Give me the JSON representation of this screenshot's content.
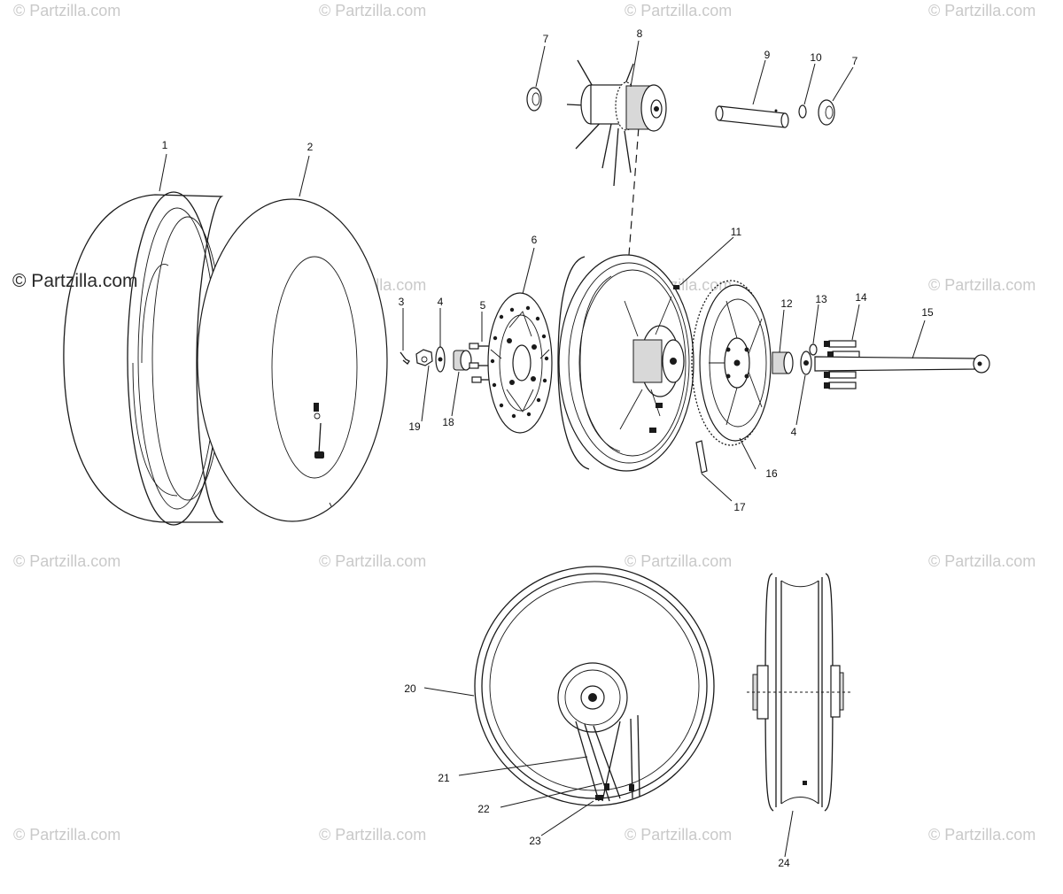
{
  "watermark": {
    "text": "© Partzilla.com",
    "prominent_text": "© Partzilla.com"
  },
  "callouts": [
    "1",
    "2",
    "3",
    "4",
    "4",
    "5",
    "6",
    "7",
    "7",
    "8",
    "9",
    "10",
    "11",
    "12",
    "13",
    "14",
    "15",
    "16",
    "17",
    "18",
    "19",
    "20",
    "21",
    "22",
    "23",
    "24"
  ]
}
